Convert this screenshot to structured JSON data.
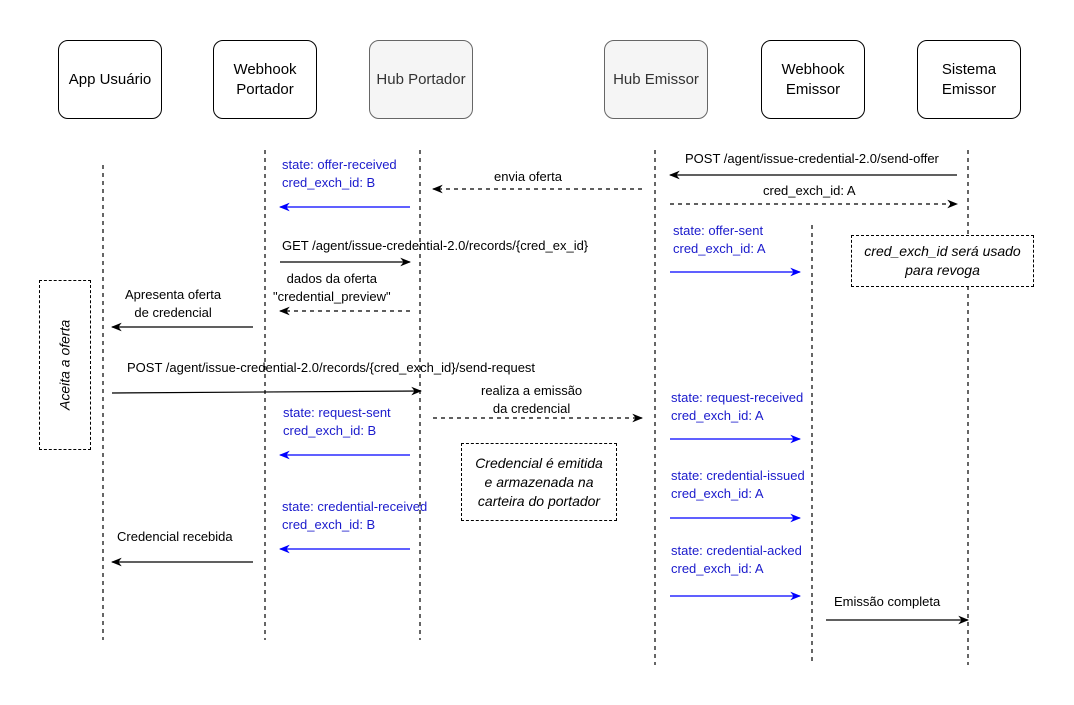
{
  "actors": [
    {
      "id": "app",
      "label": "App Usuário"
    },
    {
      "id": "whp",
      "label": "Webhook\nPortador"
    },
    {
      "id": "hubp",
      "label": "Hub Portador"
    },
    {
      "id": "hube",
      "label": "Hub Emissor"
    },
    {
      "id": "whe",
      "label": "Webhook\nEmissor"
    },
    {
      "id": "sys",
      "label": "Sistema\nEmissor"
    }
  ],
  "messages": {
    "send_offer": "POST /agent/issue-credential-2.0/send-offer",
    "cred_a": "cred_exch_id: A",
    "envia_oferta": "envia oferta",
    "offer_received": "state: offer-received\ncred_exch_id: B",
    "offer_sent": "state: offer-sent\ncred_exch_id: A",
    "get_records": "GET /agent/issue-credential-2.0/records/{cred_ex_id}",
    "dados_oferta": "dados da oferta\n\"credential_preview\"",
    "apresenta": "Apresenta oferta\nde credencial",
    "send_request": "POST /agent/issue-credential-2.0/records/{cred_exch_id}/send-request",
    "realiza": "realiza a emissão\nda credencial",
    "request_received": "state: request-received\ncred_exch_id: A",
    "request_sent": "state: request-sent\ncred_exch_id: B",
    "credential_issued": "state: credential-issued\ncred_exch_id: A",
    "credential_received": "state: credential-received\ncred_exch_id: B",
    "credencial_recebida": "Credencial recebida",
    "credential_acked": "state: credential-acked\ncred_exch_id: A",
    "emissao_completa": "Emissão completa"
  },
  "notes": {
    "revoga": "cred_exch_id será usado\npara revoga",
    "aceita": "Aceita a oferta",
    "emitida": "Credencial é emitida\ne armazenada na\ncarteira do portador"
  },
  "colors": {
    "line": "#000000",
    "state_arrow": "#0000ff",
    "state_text": "#1a1acc",
    "hub_fill": "#f5f5f5"
  }
}
